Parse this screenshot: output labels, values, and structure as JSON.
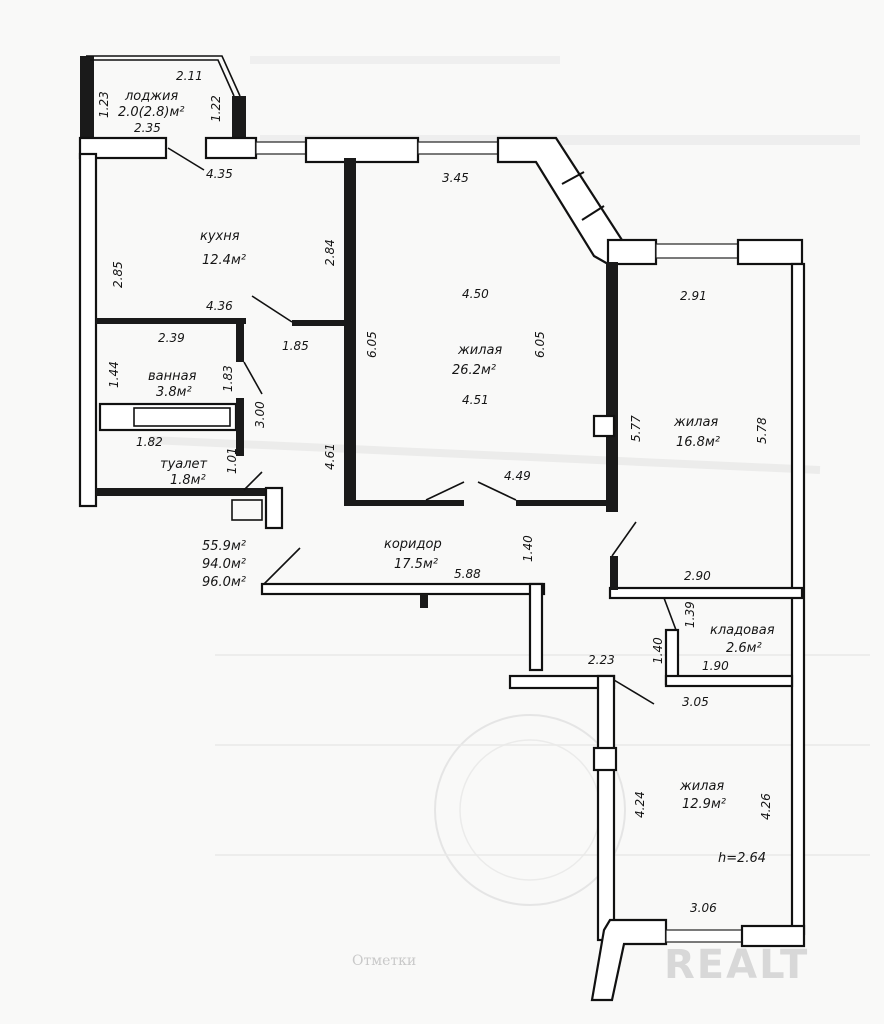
{
  "rooms": {
    "loggia": {
      "name": "лоджия",
      "area": "2.0(2.8)м²"
    },
    "kitchen": {
      "name": "кухня",
      "area": "12.4м²"
    },
    "bathroom": {
      "name": "ванная",
      "area": "3.8м²"
    },
    "toilet": {
      "name": "туалет",
      "area": "1.8м²"
    },
    "living_big": {
      "name": "жилая",
      "area": "26.2м²"
    },
    "living_right": {
      "name": "жилая",
      "area": "16.8м²"
    },
    "corridor": {
      "name": "коридор",
      "area": "17.5м²"
    },
    "storage": {
      "name": "кладовая",
      "area": "2.6м²"
    },
    "living_bottom": {
      "name": "жилая",
      "area": "12.9м²"
    }
  },
  "totals": {
    "living": "55.9м²",
    "total": "94.0м²",
    "total_with_loggia": "96.0м²"
  },
  "ceiling_height": "h=2.64",
  "dimensions": {
    "d_2_11": "2.11",
    "d_1_23": "1.23",
    "d_1_22": "1.22",
    "d_2_35": "2.35",
    "d_4_35": "4.35",
    "d_3_45": "3.45",
    "d_2_85": "2.85",
    "d_2_84": "2.84",
    "d_4_36": "4.36",
    "d_2_39": "2.39",
    "d_1_85": "1.85",
    "d_1_44": "1.44",
    "d_1_83": "1.83",
    "d_3_00": "3.00",
    "d_1_82": "1.82",
    "d_1_01": "1.01",
    "d_6_05_l": "6.05",
    "d_4_50": "4.50",
    "d_6_05_r": "6.05",
    "d_4_51": "4.51",
    "d_4_61": "4.61",
    "d_4_49": "4.49",
    "d_2_91": "2.91",
    "d_5_77": "5.77",
    "d_5_78": "5.78",
    "d_1_40_c": "1.40",
    "d_5_88": "5.88",
    "d_2_90": "2.90",
    "d_1_39": "1.39",
    "d_1_40_s": "1.40",
    "d_1_90": "1.90",
    "d_2_23": "2.23",
    "d_3_05": "3.05",
    "d_4_24": "4.24",
    "d_4_26": "4.26",
    "d_3_06": "3.06"
  },
  "watermark": "REALT",
  "background_text": [
    "Отметки"
  ]
}
